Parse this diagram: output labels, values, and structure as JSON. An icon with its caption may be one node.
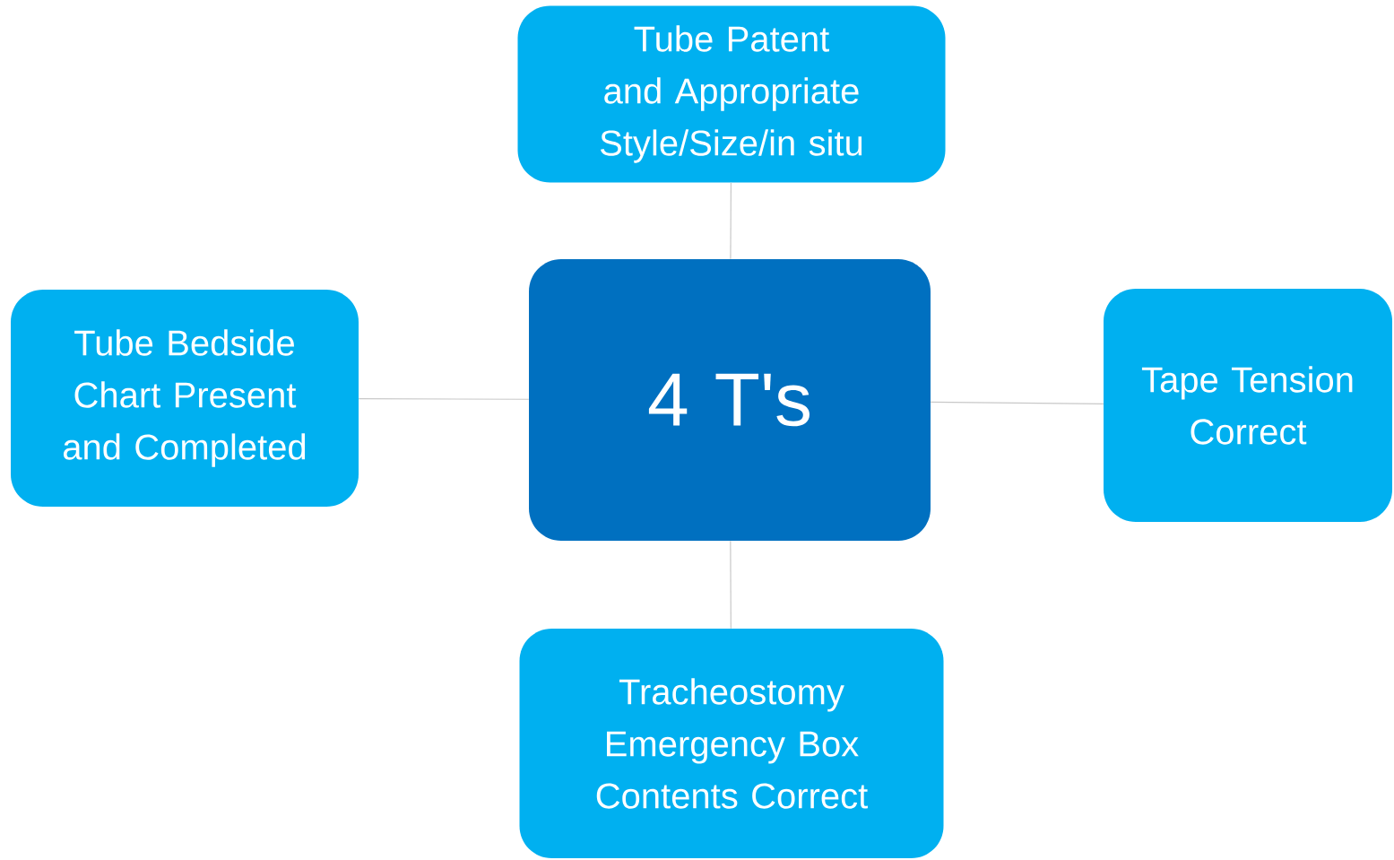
{
  "diagram": {
    "nodes": [
      {
        "text": [
          "Tube Patent and Appropriate Style/Size/in situ"
        ]
      },
      {
        "text": [
          "Tube Bedside Chart Present and Completed"
        ]
      },
      {
        "text": [
          "4 T's"
        ]
      },
      {
        "text": [
          "Tape Tension Correct"
        ]
      },
      {
        "text": [
          "Tracheostomy Emergency Box Contents Correct"
        ]
      }
    ],
    "edges": [
      {
        "from": 2,
        "to": 0,
        "arrow": "none"
      },
      {
        "from": 2,
        "to": 1,
        "arrow": "none"
      },
      {
        "from": 2,
        "to": 3,
        "arrow": "none"
      },
      {
        "from": 2,
        "to": 4,
        "arrow": "none"
      }
    ]
  }
}
